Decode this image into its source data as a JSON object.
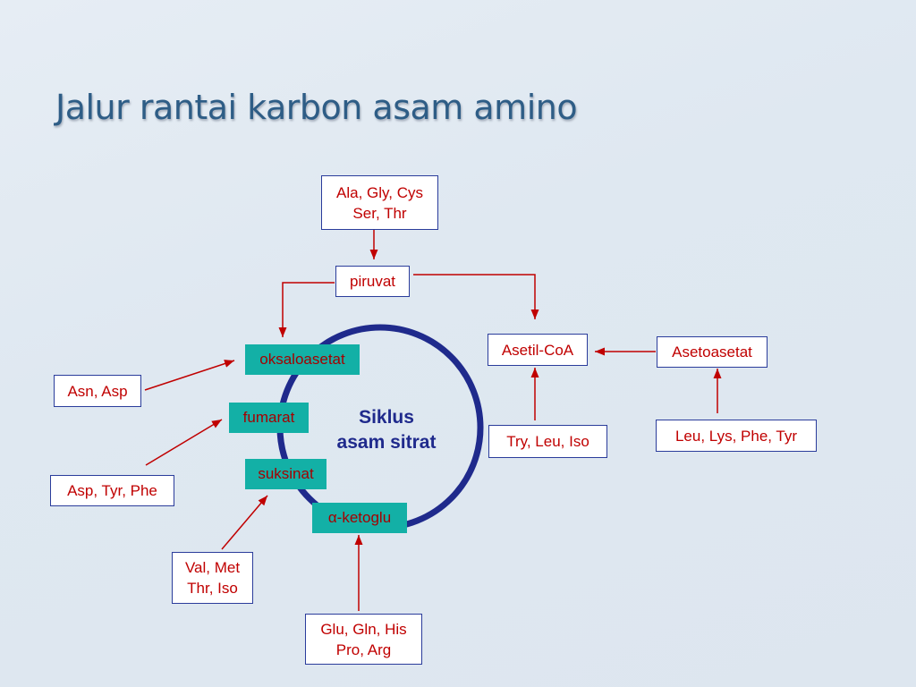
{
  "slide": {
    "title": "Jalur rantai karbon asam amino"
  },
  "cycle": {
    "line1": "Siklus",
    "line2": "asam sitrat",
    "intermediates": {
      "oksaloasetat": "oksaloasetat",
      "fumarat": "fumarat",
      "suksinat": "suksinat",
      "ketoglu_prefix": "α",
      "ketoglu_rest": "-ketoglu"
    }
  },
  "boxes": {
    "ala_gly": [
      "Ala, Gly, Cys",
      "Ser, Thr"
    ],
    "piruvat": "piruvat",
    "asetil_coa": "Asetil-CoA",
    "asetoasetat": "Asetoasetat",
    "asn_asp": "Asn, Asp",
    "asp_tyr_phe": "Asp, Tyr, Phe",
    "val_met": [
      "Val, Met",
      "Thr, Iso"
    ],
    "glu_gln": [
      "Glu, Gln, His",
      "Pro, Arg"
    ],
    "try_leu_iso": "Try, Leu, Iso",
    "leu_lys": "Leu, Lys, Phe, Tyr"
  },
  "colors": {
    "title": "#2e5d86",
    "box_border": "#2a3c9b",
    "box_text": "#c00000",
    "arrow": "#c00000",
    "cycle_ring": "#1f2a8c",
    "tag_bg": "#13b0a6",
    "tag_text": "#a50000"
  }
}
